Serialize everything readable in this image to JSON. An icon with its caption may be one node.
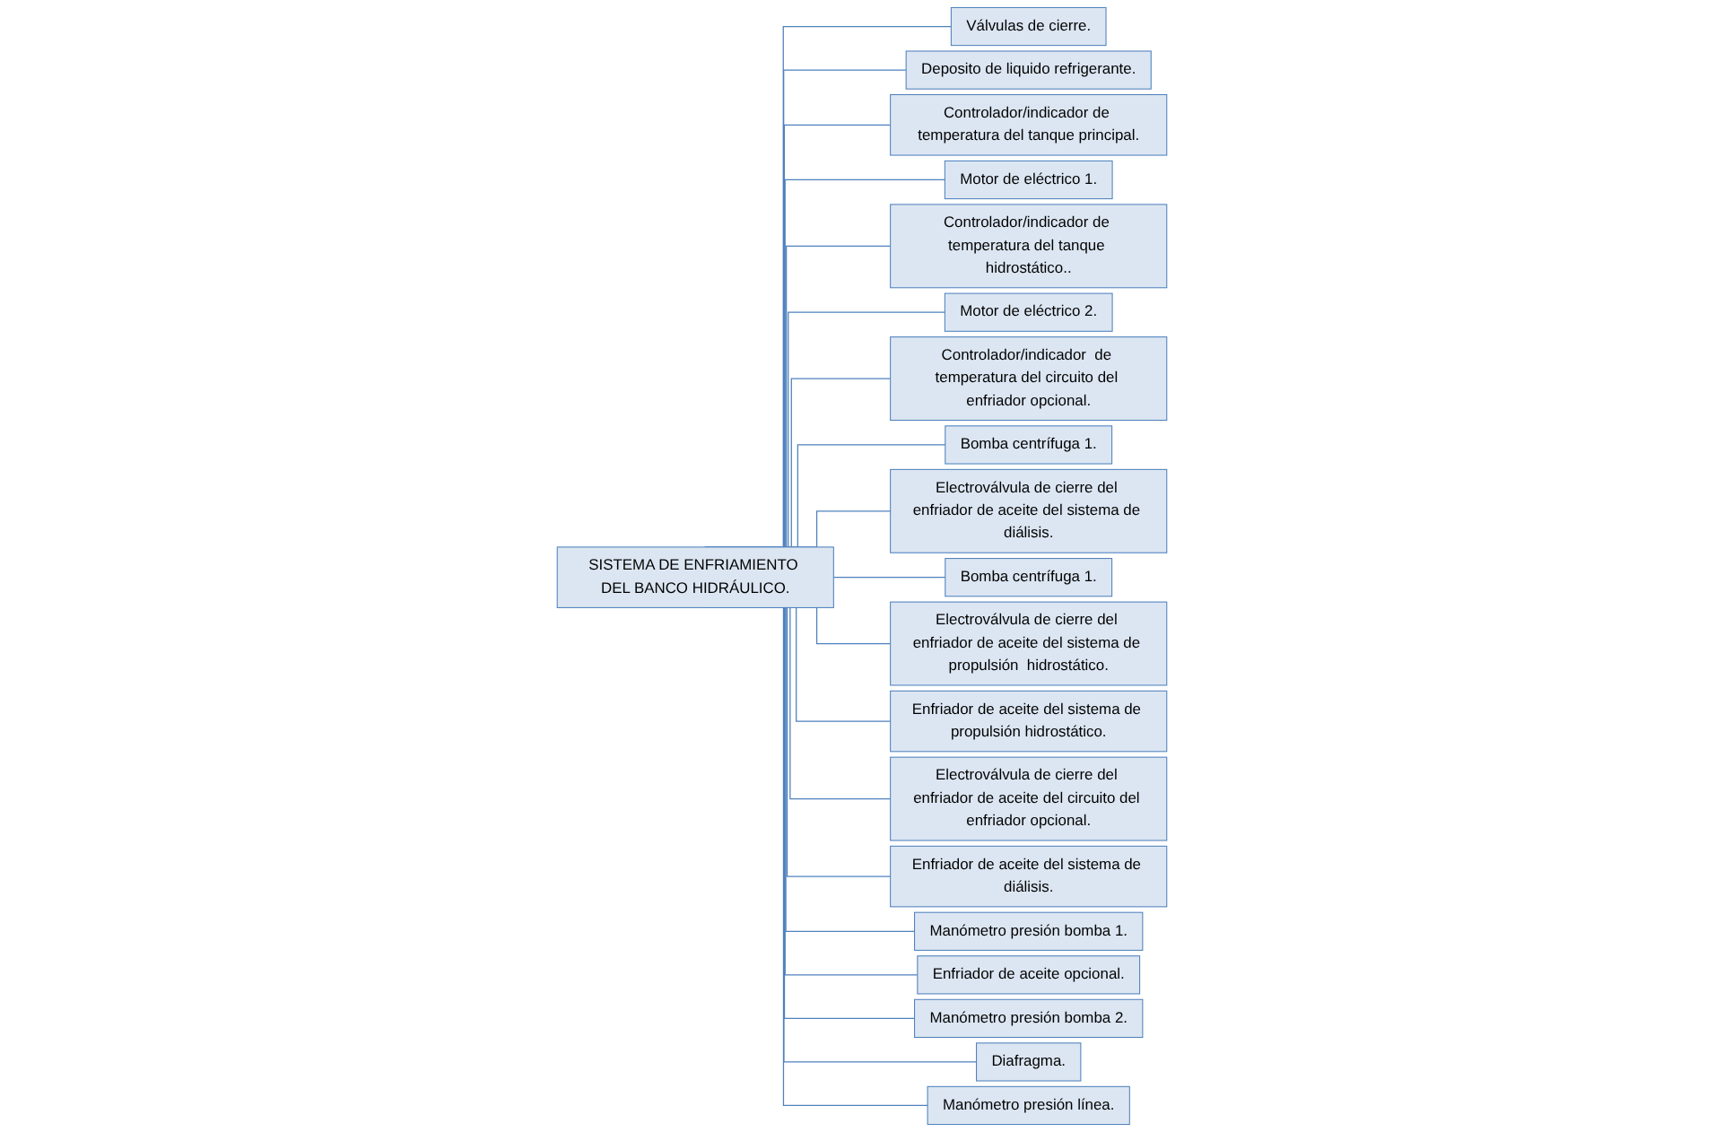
{
  "diagram": {
    "nodes": [
      {
        "text": [
          "SISTEMA DE ENFRIAMIENTO DEL BANCO HIDRÁULICO."
        ]
      },
      {
        "text": [
          "Válvulas de cierre."
        ]
      },
      {
        "text": [
          "Deposito de liquido refrigerante."
        ]
      },
      {
        "text": [
          "Controlador/indicador de temperatura del tanque principal."
        ]
      },
      {
        "text": [
          "Motor de eléctrico 1."
        ]
      },
      {
        "text": [
          "Controlador/indicador de temperatura del tanque hidrostático.."
        ]
      },
      {
        "text": [
          "Motor de eléctrico 2."
        ]
      },
      {
        "text": [
          "Controlador/indicador  de temperatura del circuito del enfriador opcional."
        ]
      },
      {
        "text": [
          "Bomba centrífuga 1."
        ]
      },
      {
        "text": [
          "Electroválvula de cierre del enfriador de aceite del sistema de diálisis."
        ]
      },
      {
        "text": [
          "Bomba centrífuga 1."
        ]
      },
      {
        "text": [
          "Electroválvula de cierre del enfriador de aceite del sistema de propulsión  hidrostático."
        ]
      },
      {
        "text": [
          "Enfriador de aceite del sistema de propulsión hidrostático."
        ]
      },
      {
        "text": [
          "Electroválvula de cierre del enfriador de aceite del circuito del enfriador opcional."
        ]
      },
      {
        "text": [
          "Enfriador de aceite del sistema de diálisis."
        ]
      },
      {
        "text": [
          "Manómetro presión bomba 1."
        ]
      },
      {
        "text": [
          "Enfriador de aceite opcional."
        ]
      },
      {
        "text": [
          "Manómetro presión bomba 2."
        ]
      },
      {
        "text": [
          "Diafragma."
        ]
      },
      {
        "text": [
          "Manómetro presión línea."
        ]
      }
    ],
    "edges": [
      {
        "from": 0,
        "to": 1,
        "arrow": "none"
      },
      {
        "from": 0,
        "to": 2,
        "arrow": "none"
      },
      {
        "from": 0,
        "to": 3,
        "arrow": "none"
      },
      {
        "from": 0,
        "to": 4,
        "arrow": "none"
      },
      {
        "from": 0,
        "to": 5,
        "arrow": "none"
      },
      {
        "from": 0,
        "to": 6,
        "arrow": "none"
      },
      {
        "from": 0,
        "to": 7,
        "arrow": "none"
      },
      {
        "from": 0,
        "to": 8,
        "arrow": "none"
      },
      {
        "from": 0,
        "to": 9,
        "arrow": "none"
      },
      {
        "from": 0,
        "to": 10,
        "arrow": "none"
      },
      {
        "from": 0,
        "to": 11,
        "arrow": "none"
      },
      {
        "from": 0,
        "to": 12,
        "arrow": "none"
      },
      {
        "from": 0,
        "to": 13,
        "arrow": "none"
      },
      {
        "from": 0,
        "to": 14,
        "arrow": "none"
      },
      {
        "from": 0,
        "to": 15,
        "arrow": "none"
      },
      {
        "from": 0,
        "to": 16,
        "arrow": "none"
      },
      {
        "from": 0,
        "to": 17,
        "arrow": "none"
      },
      {
        "from": 0,
        "to": 18,
        "arrow": "none"
      },
      {
        "from": 0,
        "to": 19,
        "arrow": "none"
      }
    ]
  }
}
